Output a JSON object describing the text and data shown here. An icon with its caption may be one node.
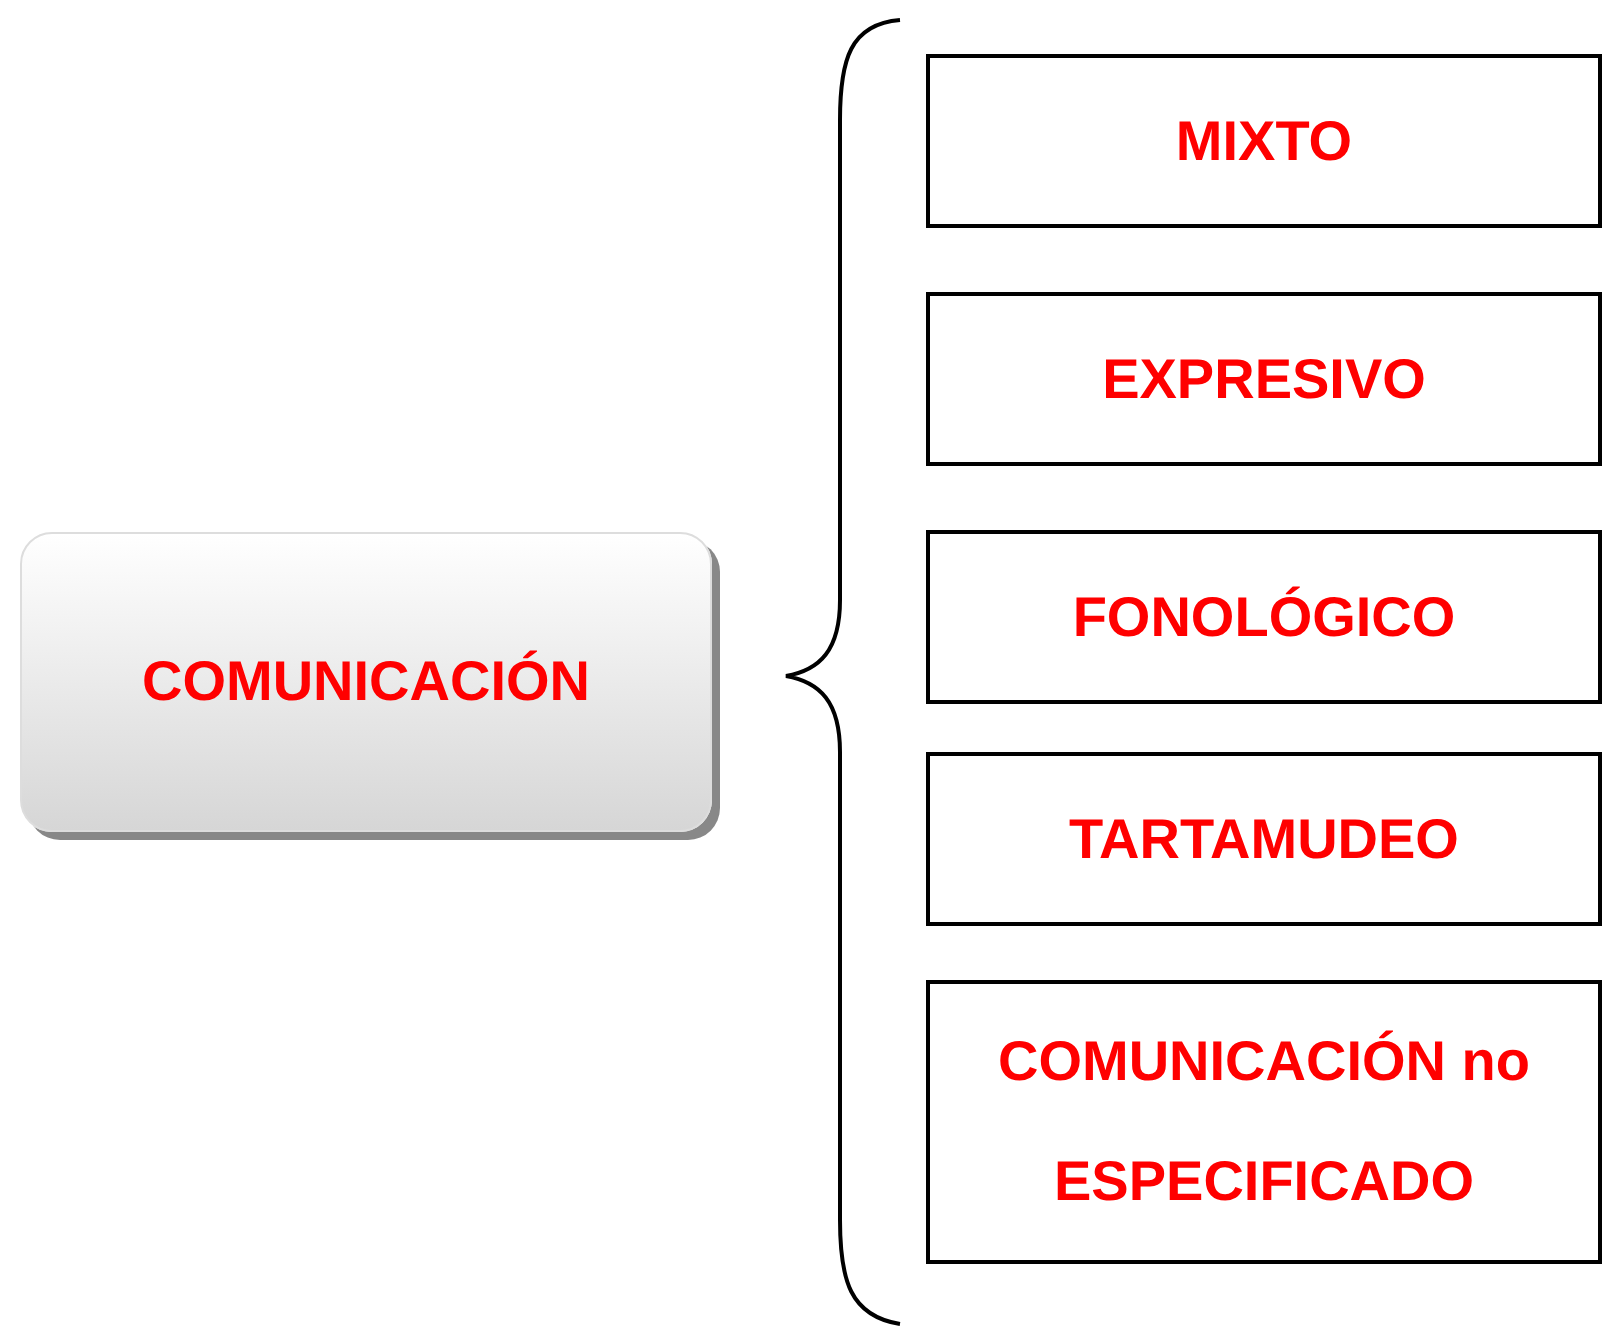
{
  "diagram": {
    "nodes": [
      {
        "text": [
          "COMUNICACIÓN"
        ]
      },
      {
        "text": [
          "MIXTO"
        ]
      },
      {
        "text": [
          "EXPRESIVO"
        ]
      },
      {
        "text": [
          "FONOLÓGICO"
        ]
      },
      {
        "text": [
          "TARTAMUDEO"
        ]
      },
      {
        "text": [
          "COMUNICACIÓN no ESPECIFICADO"
        ]
      }
    ]
  }
}
